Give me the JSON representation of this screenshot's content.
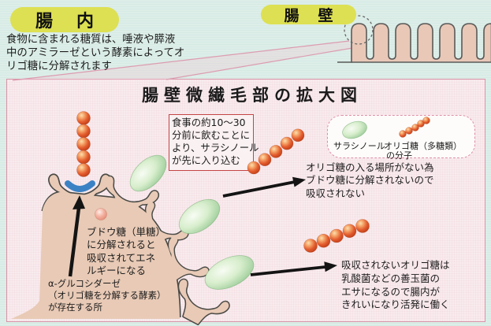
{
  "page": {
    "intro": {
      "heading": "腸内",
      "lines": [
        "食物に含まれる糖質は、唾液や膵液",
        "中のアミラーゼという酵素によってオ",
        "リゴ糖に分解されます"
      ]
    },
    "wall": {
      "heading": "腸壁"
    },
    "diagram": {
      "title": "腸壁微繊毛部の拡大図",
      "timing_note": {
        "lines": [
          "食事の約10〜30",
          "分前に飲むことに",
          "より、サラシノール",
          "が先に入り込む"
        ]
      },
      "legend": {
        "salacinol_label": "サラシノール",
        "oligo_label_line1": "オリゴ糖（多糖類）",
        "oligo_label_line2": "の分子"
      },
      "no_entry_note": {
        "lines": [
          "オリゴ糖の入る場所がない為",
          "ブドウ糖に分解されないので",
          "吸収されない"
        ]
      },
      "glucose_note": {
        "lines": [
          "ブドウ糖（単糖）",
          "に分解されると",
          "吸収されてエネ",
          "ルギーになる"
        ]
      },
      "enzyme_note": {
        "lines": [
          "α-グルコシダーゼ",
          "（オリゴ糖を分解する酵素）",
          "が存在する所"
        ]
      },
      "good_bacteria_note": {
        "lines": [
          "吸収されないオリゴ糖は",
          "乳酸菌などの善玉菌の",
          "エサになるので腸内が",
          "きれいになり活発に働く"
        ]
      }
    },
    "colors": {
      "page_bg": "#ddeee9",
      "panel_bg": "#f8ebee",
      "panel_border_pink": "#d795a8",
      "heading_pill_yellow": "#dde052",
      "red_box_border": "#c44444",
      "oligosaccharide_red": "#d9542b",
      "salacinol_green": "#9fce9b",
      "receptor_blue": "#3b82c4",
      "villus_tan": "#e8cab6"
    }
  }
}
